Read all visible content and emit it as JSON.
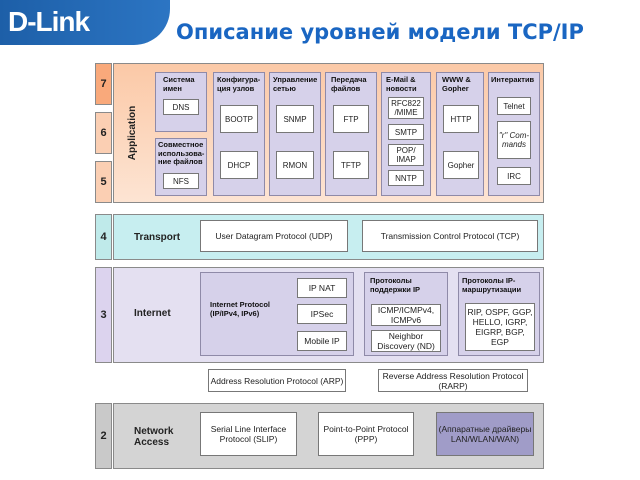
{
  "header": {
    "logo": "D-Link",
    "title": "Описание уровней модели TCP/IP"
  },
  "layer_numbers": {
    "n7": "7",
    "n6": "6",
    "n5": "5",
    "n4": "4",
    "n3": "3",
    "n2": "2"
  },
  "application": {
    "label": "Application",
    "groups": {
      "names": {
        "title": "Система имен",
        "items": [
          "DNS"
        ]
      },
      "files": {
        "title": "Совместное использова-ние файлов",
        "items": [
          "NFS"
        ]
      },
      "config": {
        "title": "Конфигура-ция узлов",
        "items": [
          "BOOTP",
          "DHCP"
        ]
      },
      "mgmt": {
        "title": "Управление сетью",
        "items": [
          "SNMP",
          "RMON"
        ]
      },
      "transfer": {
        "title": "Передача файлов",
        "items": [
          "FTP",
          "TFTP"
        ]
      },
      "email": {
        "title": "E-Mail & новости",
        "items": [
          "RFC822 /MIME",
          "SMTP",
          "POP/ IMAP",
          "NNTP"
        ]
      },
      "www": {
        "title": "WWW & Gopher",
        "items": [
          "HTTP",
          "Gopher"
        ]
      },
      "interactive": {
        "title": "Интерактив",
        "items": [
          "Telnet",
          "\"r\" Com-mands",
          "IRC"
        ]
      }
    }
  },
  "transport": {
    "label": "Transport",
    "udp": "User Datagram Protocol (UDP)",
    "tcp": "Transmission Control Protocol (TCP)"
  },
  "internet": {
    "label": "Internet",
    "ip_group": {
      "title": "Internet Protocol (IP/IPv4, IPv6)",
      "items": [
        "IP NAT",
        "IPSec",
        "Mobile IP"
      ]
    },
    "support_group": {
      "title": "Протоколы поддержки IP",
      "items": [
        "ICMP/ICMPv4, ICMPv6",
        "Neighbor Discovery (ND)"
      ]
    },
    "routing_group": {
      "title": "Протоколы IP-маршрутизации",
      "items": [
        "RIP, OSPF, GGP, HELLO, IGRP, EIGRP, BGP, EGP"
      ]
    },
    "arp": "Address Resolution Protocol (ARP)",
    "rarp": "Reverse Address Resolution Protocol (RARP)"
  },
  "network_access": {
    "label": "Network Access",
    "slip": "Serial Line Interface Protocol (SLIP)",
    "ppp": "Point-to-Point Protocol (PPP)",
    "hw": "(Аппаратные драйверы LAN/WLAN/WAN)"
  },
  "colors": {
    "title_blue": "#1a66c2",
    "logo_blue": "#1d5fa8",
    "application": "#fbc9a7",
    "transport": "#c7eef0",
    "internet": "#e4e0f1",
    "network": "#d4d4d4",
    "group": "#d6d1ea"
  }
}
